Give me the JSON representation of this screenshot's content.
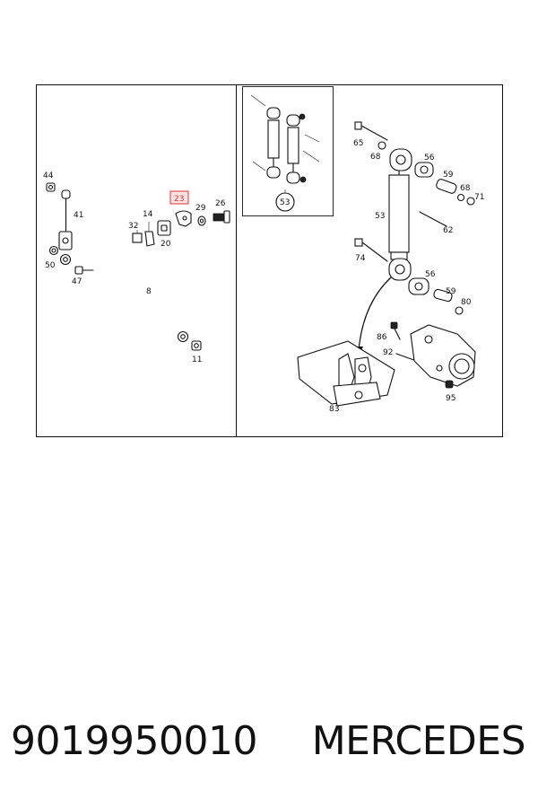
{
  "labels": {
    "p44": "44",
    "p41": "41",
    "p50": "50",
    "p47": "47",
    "p8": "8",
    "p11": "11",
    "p32": "32",
    "p14": "14",
    "p20": "20",
    "p23": "23",
    "p29": "29",
    "p26": "26",
    "p53_inset": "53",
    "p65": "65",
    "p68a": "68",
    "p56a": "56",
    "p59a": "59",
    "p68b": "68",
    "p71": "71",
    "p53": "53",
    "p62": "62",
    "p74": "74",
    "p56b": "56",
    "p59b": "59",
    "p80": "80",
    "p86": "86",
    "p92": "92",
    "p83": "83",
    "p95": "95"
  },
  "highlight": {
    "part": "23",
    "color": "#e03030",
    "fill": "#fbe3e3"
  },
  "footer": {
    "part_number": "9019950010",
    "brand": "MERCEDES"
  }
}
